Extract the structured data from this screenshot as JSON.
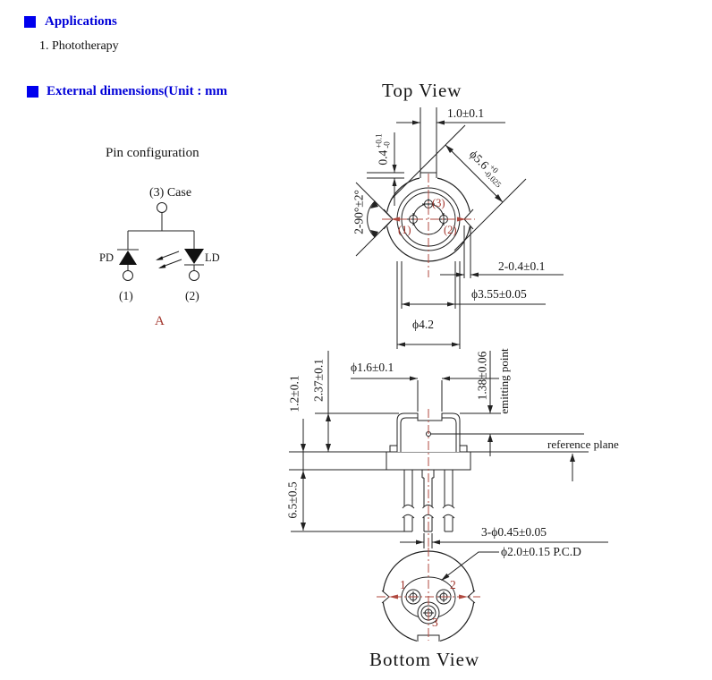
{
  "header": {
    "applications_title": "Applications",
    "applications_item": "1. Phototherapy",
    "dimensions_title": "External dimensions(Unit : mm"
  },
  "pin_config": {
    "title": "Pin configuration",
    "case_label": "(3) Case",
    "pd_label": "PD",
    "ld_label": "LD",
    "pin1_label": "(1)",
    "pin2_label": "(2)",
    "connection_label": "A"
  },
  "top_view": {
    "title": "Top View",
    "tab_width": "1.0±0.1",
    "tab_height_value": "0.4",
    "tab_height_plus": "+0.1",
    "tab_height_minus": "-0",
    "flange_dia_value": "ϕ5.6",
    "flange_dia_plus": "+0",
    "flange_dia_minus": "-0.025",
    "notch_angle": "2-90°±2°",
    "notch_depth": "2-0.4±0.1",
    "cap_inner_dia": "ϕ3.55±0.05",
    "cap_outer_dia": "ϕ4.2",
    "pin1_label": "(1)",
    "pin2_label": "(2)",
    "pin3_label": "(3)"
  },
  "side_view": {
    "window_dia": "ϕ1.6±0.1",
    "cap_height": "2.37±0.1",
    "flange_thickness": "1.2±0.1",
    "emitting_offset": "1.38±0.06",
    "emitting_label": "emitting point",
    "reference_label": "reference plane",
    "pin_length": "6.5±0.5",
    "pin_dia": "3-ϕ0.45±0.05"
  },
  "bottom_view": {
    "title": "Bottom View",
    "pcd_label": "ϕ2.0±0.15 P.C.D",
    "pin1_label": "1",
    "pin2_label": "2",
    "pin3_label": "3"
  },
  "colors": {
    "accent_blue": "#0000d8",
    "drawing_red": "#b0493f"
  }
}
